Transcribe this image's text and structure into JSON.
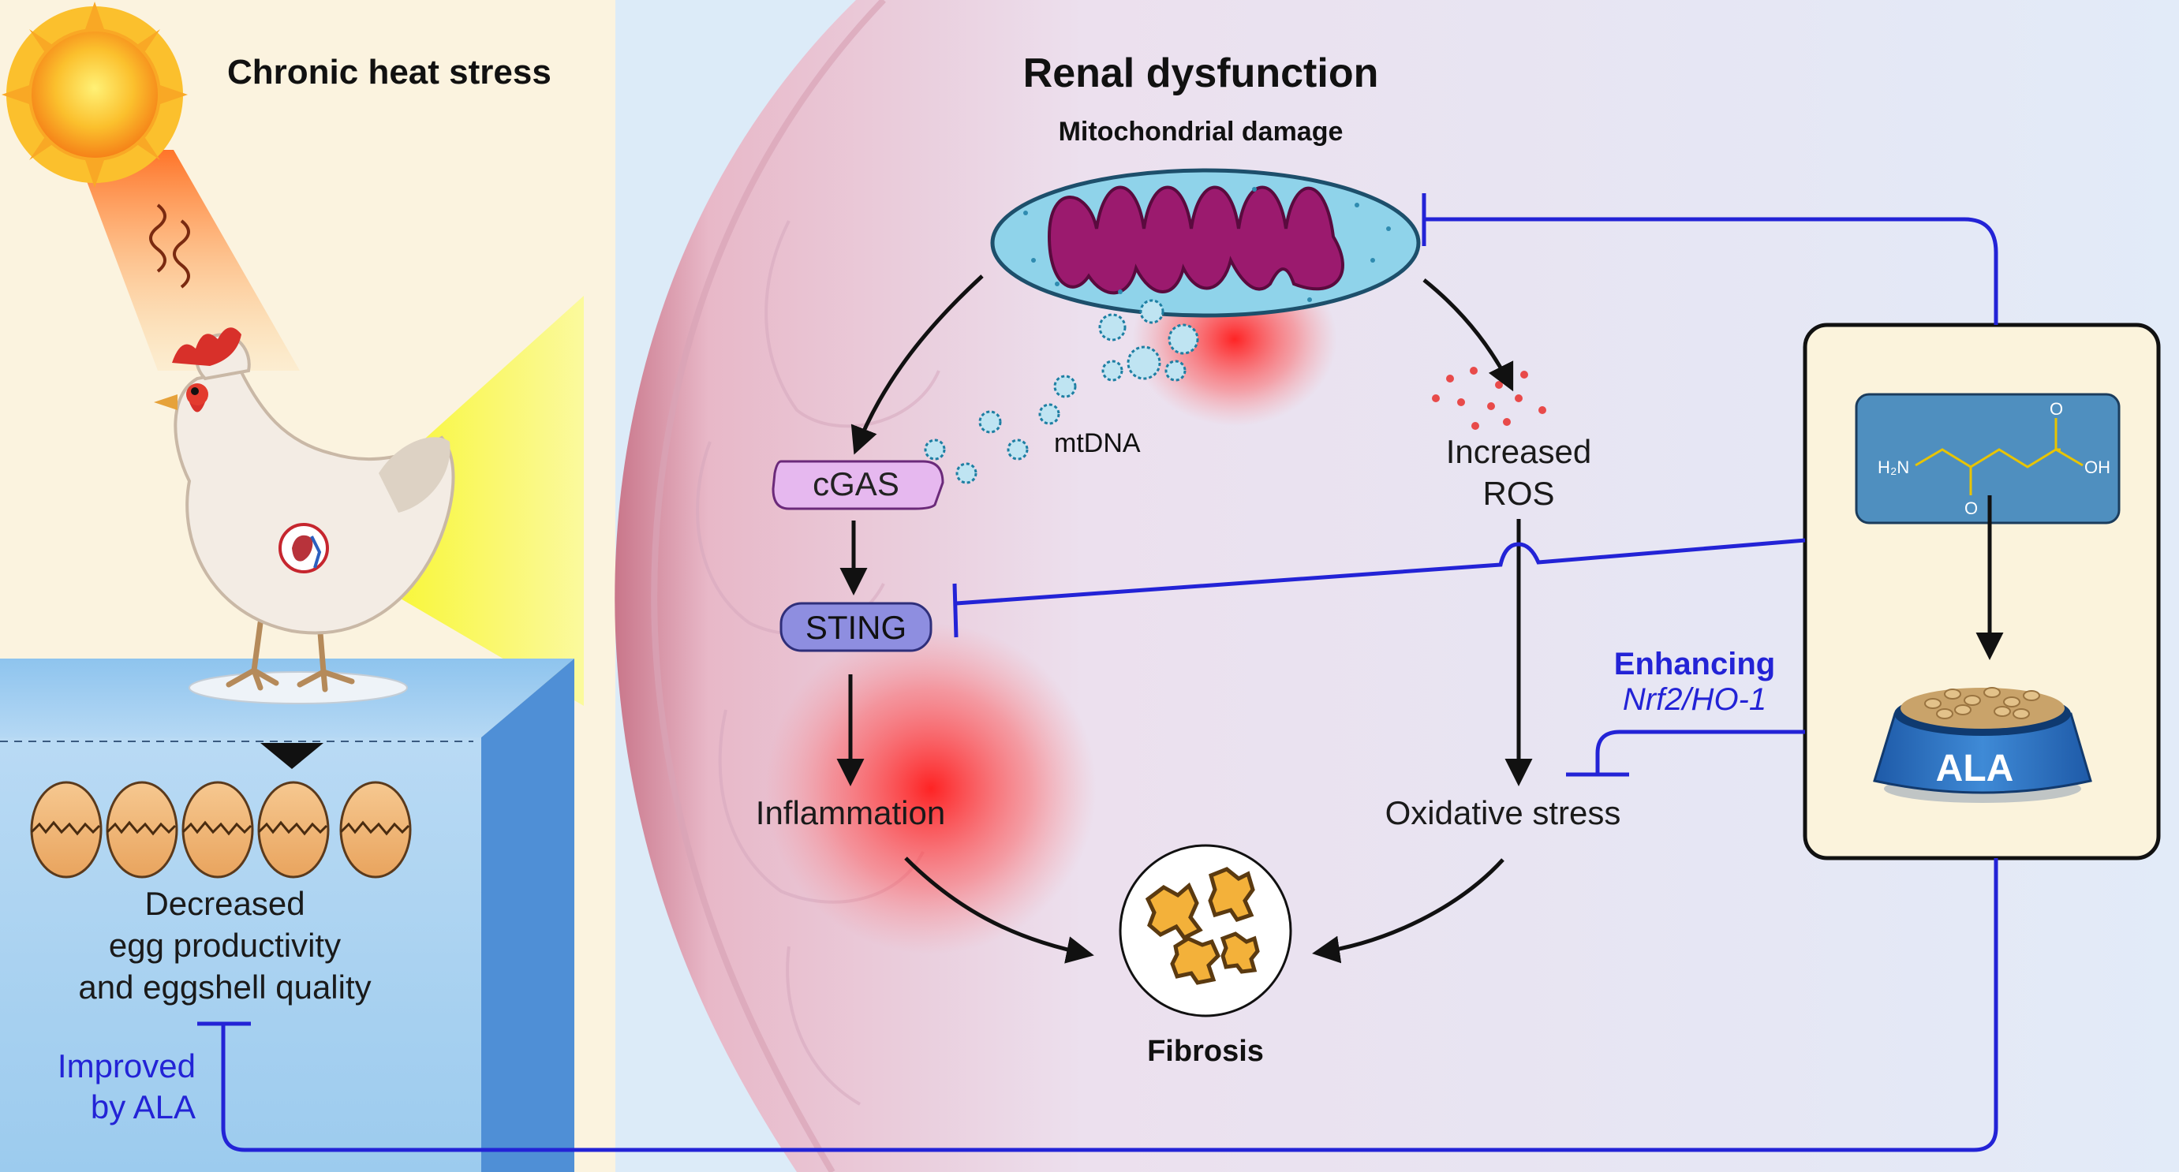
{
  "left_panel": {
    "title": "Chronic heat stress",
    "outcome_line1": "Decreased",
    "outcome_line2": "egg productivity",
    "outcome_line3": "and eggshell quality",
    "improved_line1": "Improved",
    "improved_line2": "by ALA"
  },
  "center": {
    "title": "Renal dysfunction",
    "mito_label": "Mitochondrial damage",
    "mtdna_label": "mtDNA",
    "cgas_label": "cGAS",
    "sting_label": "STING",
    "inflammation_label": "Inflammation",
    "ros_line1": "Increased",
    "ros_line2": "ROS",
    "oxidative_label": "Oxidative stress",
    "fibrosis_label": "Fibrosis"
  },
  "right_panel": {
    "enhancing_label": "Enhancing",
    "pathway_label": "Nrf2/HO-1",
    "molecule_h2n": "H₂N",
    "molecule_o1": "O",
    "molecule_o2": "O",
    "molecule_oh": "OH",
    "bowl_label": "ALA"
  },
  "colors": {
    "inhibition_blue": "#2323d6",
    "cgas_fill": "#e6b8ef",
    "sting_fill": "#8e8ee0",
    "mito_fill": "#9b1a6e",
    "background_blue": "#dcebf8"
  }
}
